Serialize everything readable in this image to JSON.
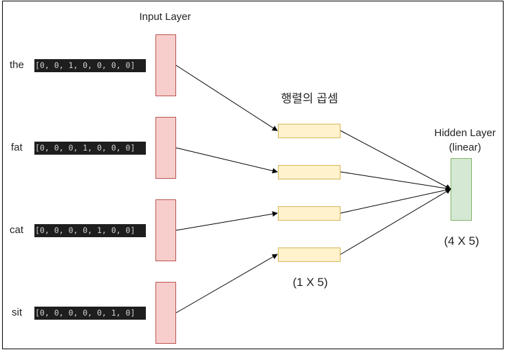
{
  "labels": {
    "input_layer": "Input Layer",
    "matmul": "행렬의 곱셈",
    "hidden_layer_line1": "Hidden Layer",
    "hidden_layer_line2": "(linear)",
    "hidden_dims": "(4 X 5)",
    "mul_dims": "(1 X 5)"
  },
  "words": [
    {
      "word": "the",
      "vector": "[0, 0, 1, 0, 0, 0, 0]"
    },
    {
      "word": "fat",
      "vector": "[0, 0, 0, 1, 0, 0, 0]"
    },
    {
      "word": "cat",
      "vector": "[0, 0, 0, 0, 1, 0, 0]"
    },
    {
      "word": "sit",
      "vector": "[0, 0, 0, 0, 0, 1, 0]"
    }
  ],
  "colors": {
    "input_fill": "#f8cecc",
    "input_border": "#b85450",
    "mul_fill": "#fff2cc",
    "mul_border": "#d6b656",
    "hidden_fill": "#d5e8d4",
    "hidden_border": "#82b366",
    "vector_bg": "#1e1e1e"
  }
}
